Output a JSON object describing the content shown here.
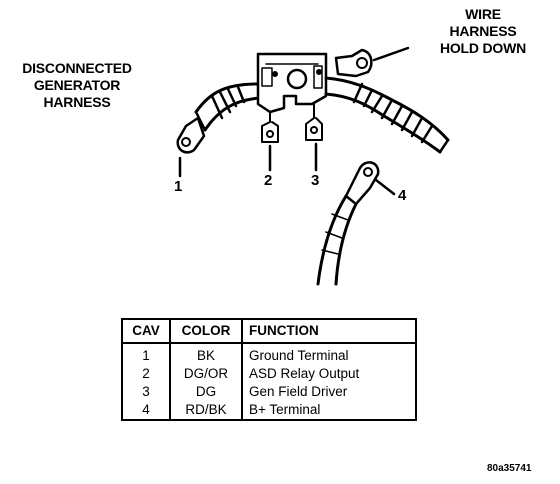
{
  "labels": {
    "disconnected": [
      "DISCONNECTED",
      "GENERATOR",
      "HARNESS"
    ],
    "wire_harness": [
      "WIRE",
      "HARNESS",
      "HOLD DOWN"
    ]
  },
  "callouts": [
    "1",
    "2",
    "3",
    "4"
  ],
  "table": {
    "headers": [
      "CAV",
      "COLOR",
      "FUNCTION"
    ],
    "rows": [
      [
        "1",
        "BK",
        "Ground Terminal"
      ],
      [
        "2",
        "DG/OR",
        "ASD Relay Output"
      ],
      [
        "3",
        "DG",
        "Gen Field Driver"
      ],
      [
        "4",
        "RD/BK",
        "B+ Terminal"
      ]
    ]
  },
  "figure_id": "80a35741"
}
